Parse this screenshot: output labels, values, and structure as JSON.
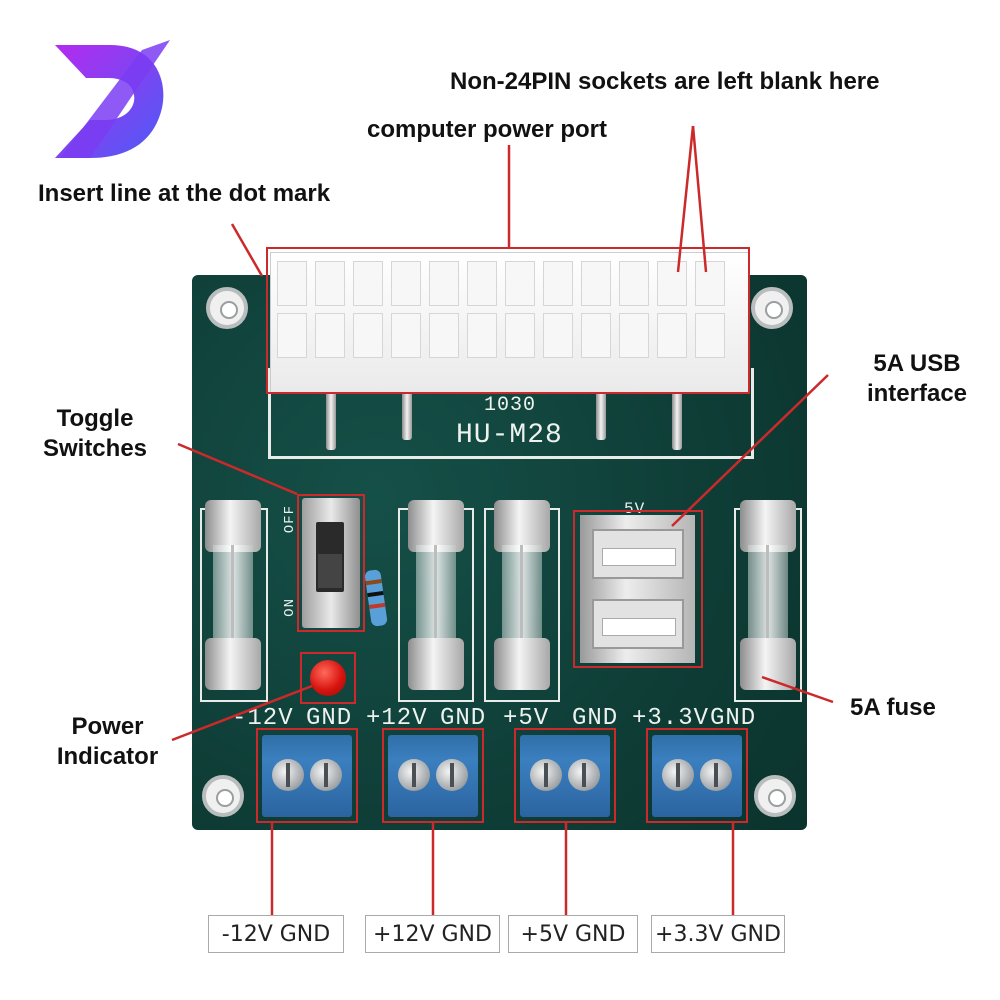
{
  "logo": {
    "letter": "D",
    "colors": [
      "#9b2cf0",
      "#4a5cf5"
    ]
  },
  "callouts": {
    "non_24pin": "Non-24PIN sockets are left blank here",
    "power_port": "computer power port",
    "dot_mark": "Insert line at the dot mark",
    "usb": [
      "5A USB",
      "interface"
    ],
    "toggle": [
      "Toggle",
      "Switches"
    ],
    "fuse": "5A fuse",
    "power_indicator": [
      "Power",
      "Indicator"
    ]
  },
  "board": {
    "model_number": "1030",
    "model_name": "HU-M28",
    "switch_labels": {
      "off": "OFF",
      "on": "ON"
    },
    "usb_marking": "5V",
    "rail_labels": [
      "-12V",
      "GND",
      "+12V",
      "GND",
      "+5V",
      "GND",
      "+3.3V",
      "GND"
    ]
  },
  "output_labels": [
    "-12V GND",
    "+12V GND",
    "+5V GND",
    "+3.3V GND"
  ],
  "colors": {
    "pcb": "#0e3f37",
    "callout_line": "#cc2a2a",
    "terminal": "#3377b5",
    "led": "#d8140f"
  }
}
